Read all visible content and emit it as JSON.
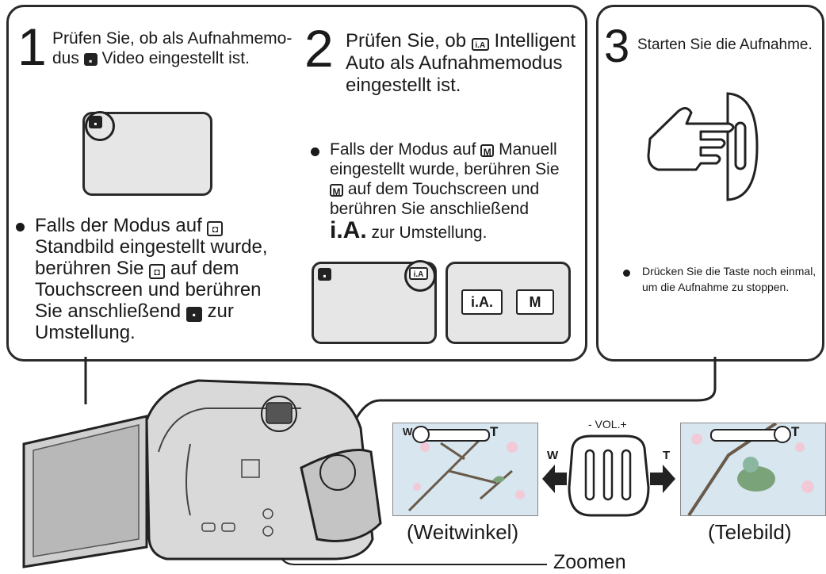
{
  "step1": {
    "number": "1",
    "line1": "Prüfen Sie, ob als Aufnahmemo-",
    "line2_pre": "dus",
    "line2_post": "Video eingestellt ist.",
    "note_l1": "Falls der Modus auf",
    "note_l2": "Standbild eingestellt wurde,",
    "note_l3_pre": "berühren Sie",
    "note_l3_post": "auf dem",
    "note_l4": "Touchscreen und berühren",
    "note_l5_pre": "Sie anschließend",
    "note_l5_post": "zur",
    "note_l6": "Umstellung."
  },
  "step2": {
    "number": "2",
    "line1_pre": "Prüfen Sie, ob",
    "line1_post": "Intelligent",
    "line2": "Auto als Aufnahmemodus",
    "line3": "eingestellt ist.",
    "note_l1_pre": "Falls der Modus auf",
    "note_l1_post": "Manuell",
    "note_l2": "eingestellt wurde, berühren Sie",
    "note_l3_post": "auf dem Touchscreen und",
    "note_l4": "berühren Sie anschließend",
    "note_l5_ia": "i.A.",
    "note_l5_post": "zur Umstellung.",
    "btn_ia": "i.A.",
    "btn_m": "M",
    "icon_ia": "i.A",
    "icon_m": "M"
  },
  "step3": {
    "number": "3",
    "title": "Starten Sie die Aufnahme.",
    "note_l1": "Drücken Sie die Taste noch einmal,",
    "note_l2": "um die Aufnahme zu stoppen."
  },
  "zoom": {
    "vol_label": "- VOL.+",
    "w_label": "W",
    "t_label": "T",
    "wide_caption": "(Weitwinkel)",
    "tele_caption": "(Telebild)",
    "zoom_label": "Zoomen"
  },
  "icons": [
    "video-mode-icon",
    "photo-mode-icon",
    "intelligent-auto-icon",
    "manual-icon",
    "pointing-hand-icon",
    "record-button-icon",
    "zoom-lever-icon",
    "camcorder-illustration"
  ]
}
